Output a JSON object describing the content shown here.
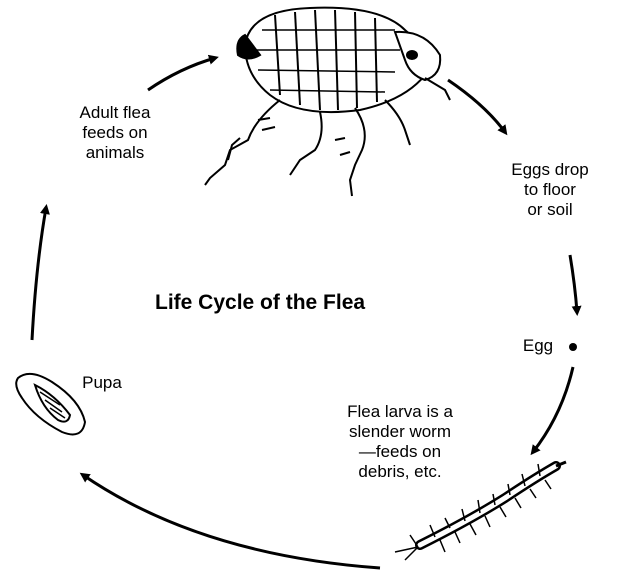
{
  "title": "Life Cycle of the Flea",
  "stages": {
    "adult": {
      "label": "Adult flea\nfeeds on\nanimals",
      "icon": "adult-flea-icon"
    },
    "eggs_drop": {
      "label": "Eggs drop\nto floor\nor soil"
    },
    "egg": {
      "label": "Egg",
      "icon": "egg-icon"
    },
    "larva": {
      "label": "Flea larva is a\nslender worm\n—feeds on\ndebris, etc.",
      "icon": "larva-icon"
    },
    "pupa": {
      "label": "Pupa",
      "icon": "pupa-icon"
    }
  },
  "colors": {
    "ink": "#000000",
    "background": "#ffffff"
  }
}
